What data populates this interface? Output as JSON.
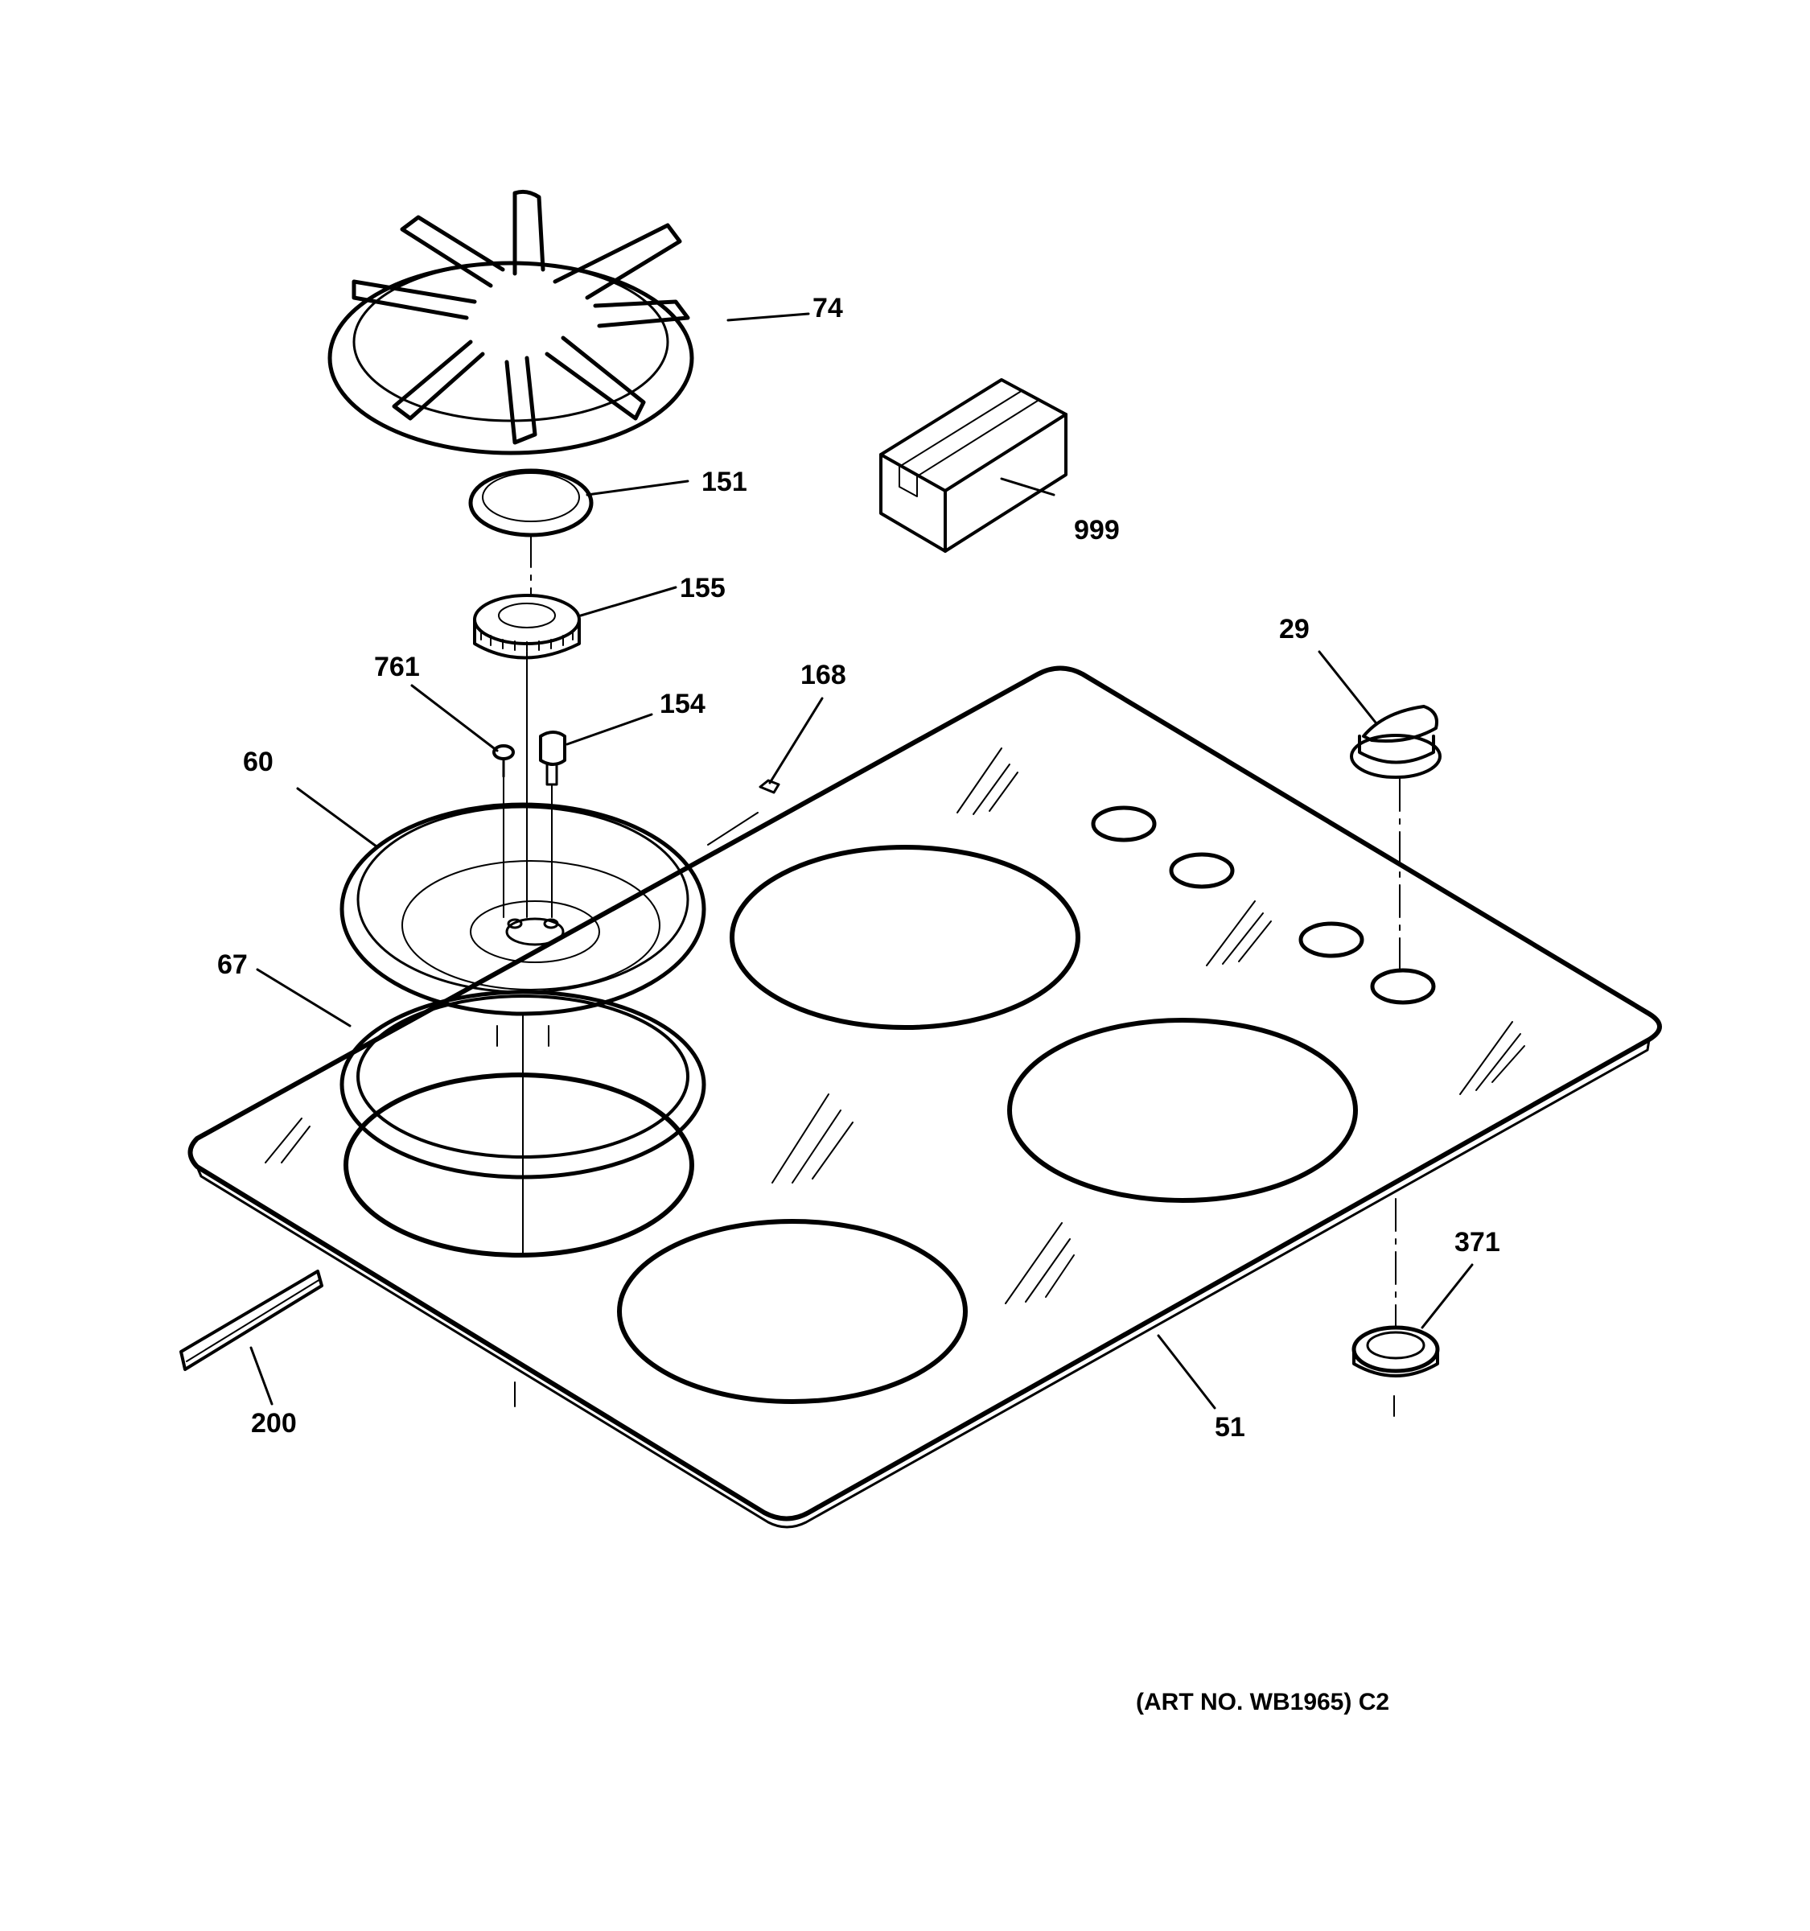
{
  "parts": [
    {
      "number": "74",
      "part": "burner grate"
    },
    {
      "number": "151",
      "part": "burner cap"
    },
    {
      "number": "999",
      "part": "parts box"
    },
    {
      "number": "155",
      "part": "burner head"
    },
    {
      "number": "29",
      "part": "control knob"
    },
    {
      "number": "761",
      "part": "screw"
    },
    {
      "number": "154",
      "part": "electrode"
    },
    {
      "number": "168",
      "part": "clip"
    },
    {
      "number": "60",
      "part": "burner bowl"
    },
    {
      "number": "67",
      "part": "ring seal"
    },
    {
      "number": "371",
      "part": "knob bezel"
    },
    {
      "number": "200",
      "part": "gasket strip"
    },
    {
      "number": "51",
      "part": "cooktop glass"
    }
  ],
  "art_number": "(ART NO. WB1965) C2"
}
